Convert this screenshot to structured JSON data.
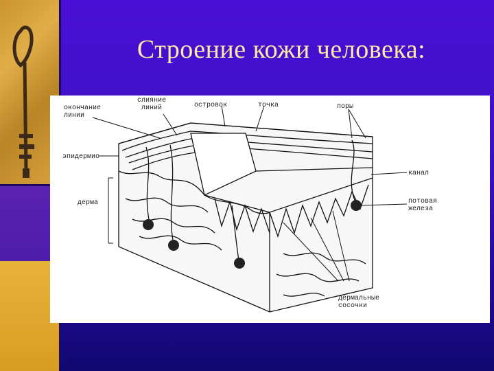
{
  "slide": {
    "title": "Строение кожи человека:"
  },
  "diagram": {
    "labels": {
      "okonchanie_linii": "окончание линии",
      "sliyanie_liniy": "слияние линий",
      "ostrovok": "островок",
      "tochka": "точка",
      "pory": "поры",
      "epidermis": "эпидермис",
      "kanal": "канал",
      "derma": "дерма",
      "potovaya_zheleza": "потовая железа",
      "dermalnye_sosochki": "дермальные сосочки"
    }
  },
  "colors": {
    "background": "#3a10c2",
    "title": "#ffe9a8",
    "accent_gold": "#d9a240"
  },
  "icons": {
    "decoration": "key-icon"
  }
}
